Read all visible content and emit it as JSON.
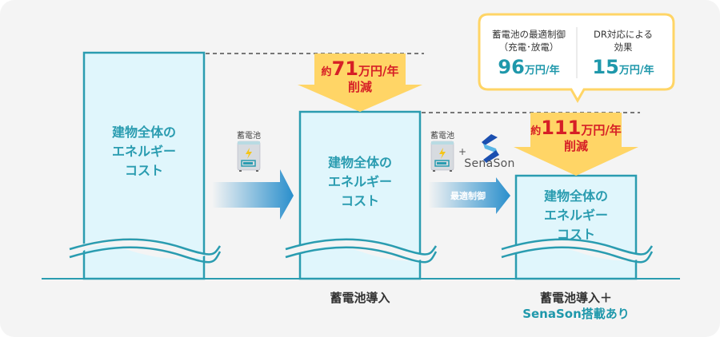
{
  "colors": {
    "teal": "#2a9cb0",
    "bar_fill": "#e0f6fc",
    "arrow_yellow": "#ffd566",
    "reduction_red": "#d61f26",
    "background": "#f4f4f4"
  },
  "bars": [
    {
      "label_line1": "建物全体の",
      "label_line2": "エネルギー",
      "label_line3": "コスト",
      "caption": ""
    },
    {
      "label_line1": "建物全体の",
      "label_line2": "エネルギー",
      "label_line3": "コスト",
      "caption": "蓄電池導入"
    },
    {
      "label_line1": "建物全体の",
      "label_line2": "エネルギー",
      "label_line3": "コスト",
      "caption": "蓄電池導入＋",
      "caption2": "SenaSon搭載あり"
    }
  ],
  "transitions": [
    {
      "battery_label": "蓄電池",
      "icon": "battery-icon"
    },
    {
      "battery_label": "蓄電池",
      "plus": "+",
      "logo_text": "SenaSon",
      "arrow_label": "最適制御"
    }
  ],
  "reductions": [
    {
      "prefix": "約",
      "amount": "71",
      "unit": "万円/年",
      "suffix": "削減"
    },
    {
      "prefix": "約",
      "amount": "111",
      "unit": "万円/年",
      "suffix": "削減"
    }
  ],
  "callout": {
    "left": {
      "line1": "蓄電池の最適制御",
      "line2": "（充電･放電）",
      "amount": "96",
      "unit": "万円/年"
    },
    "right": {
      "line1": "DR対応による",
      "line2": "効果",
      "amount": "15",
      "unit": "万円/年"
    }
  }
}
